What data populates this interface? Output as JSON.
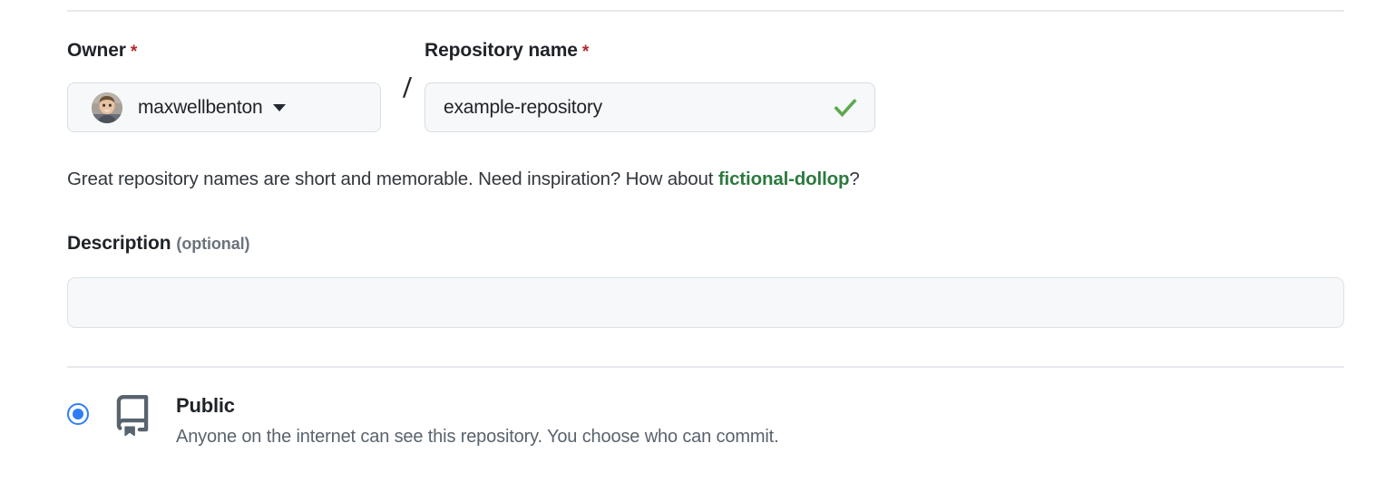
{
  "form": {
    "owner": {
      "label": "Owner",
      "required_mark": "*",
      "selected_name": "maxwellbenton",
      "dropdown_icon": "chevron-down-icon",
      "avatar_icon": "user-avatar-photo"
    },
    "separator": "/",
    "repository_name": {
      "label": "Repository name",
      "required_mark": "*",
      "value": "example-repository",
      "placeholder": "",
      "validation_icon": "check-icon",
      "validation_color": "#5fa84e"
    },
    "helper": {
      "prefix": "Great repository names are short and memorable. Need inspiration? How about ",
      "suggestion": "fictional-dollop",
      "suffix": "?",
      "suggestion_color": "#2c7a3f"
    },
    "description": {
      "label": "Description",
      "optional_note": "(optional)",
      "value": "",
      "placeholder": ""
    },
    "visibility": {
      "options": [
        {
          "id": "public",
          "title": "Public",
          "description": "Anyone on the internet can see this repository. You choose who can commit.",
          "icon": "repo-book-icon",
          "selected": true
        }
      ],
      "selected_color": "#2f7df6"
    }
  }
}
